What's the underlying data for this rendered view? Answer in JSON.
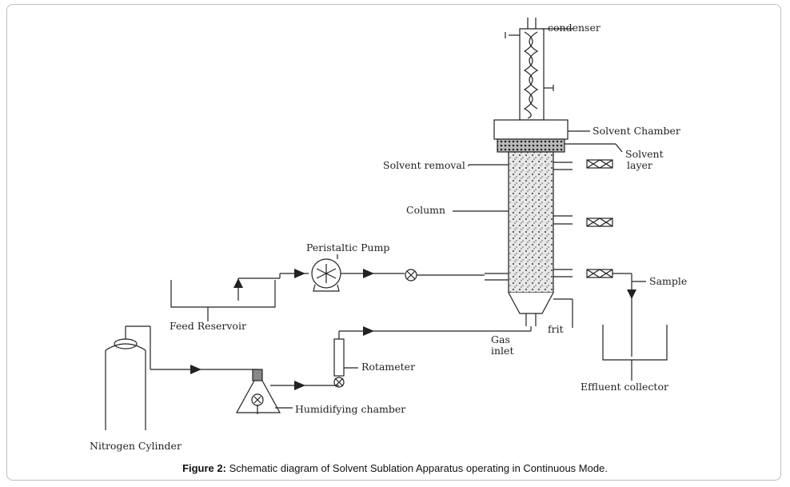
{
  "labels": {
    "condenser": "condenser",
    "solvent_chamber": "Solvent Chamber",
    "solvent_layer_1": "Solvent",
    "solvent_layer_2": "layer",
    "solvent_removal": "Solvent removal",
    "column": "Column",
    "peristaltic_pump": "Peristaltic Pump",
    "feed_reservoir": "Feed Reservoir",
    "sample": "Sample",
    "frit": "frit",
    "gas_inlet_1": "Gas",
    "gas_inlet_2": "inlet",
    "rotameter": "Rotameter",
    "effluent_collector": "Effluent collector",
    "humidifying_chamber": "Humidifying chamber",
    "nitrogen_cylinder": "Nitrogen Cylinder"
  },
  "caption": {
    "prefix": "Figure 2:",
    "text": " Schematic diagram of Solvent Sublation Apparatus operating in Continuous Mode."
  }
}
